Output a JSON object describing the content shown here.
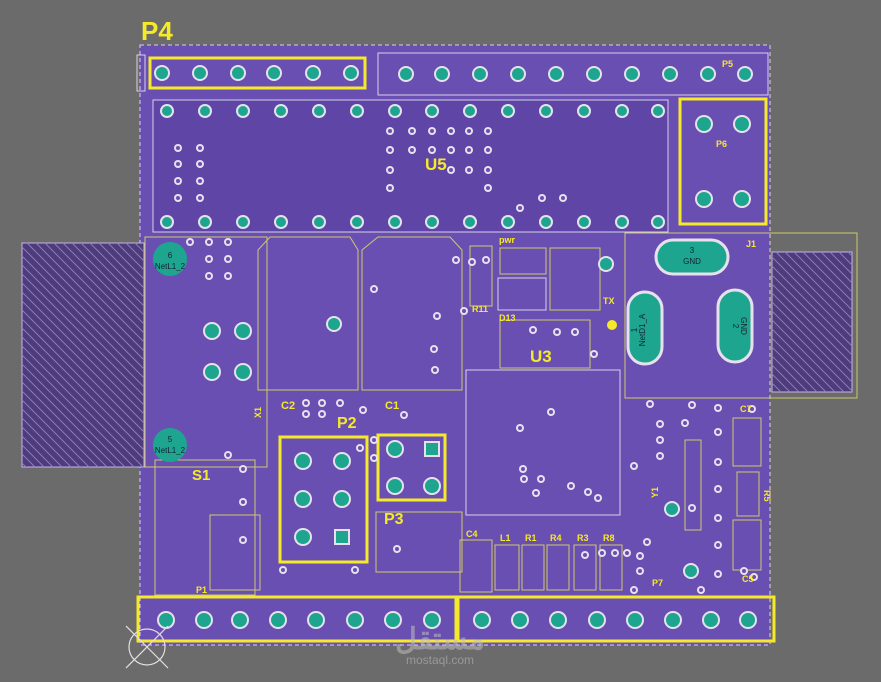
{
  "colors": {
    "background": "#6b6b6b",
    "board": "#6a4fb3",
    "silkscreen": "#f5ea2a",
    "pad": "#1ea58f",
    "via_ring": "#e7e1ee",
    "outline": "#cfc86a"
  },
  "labels": {
    "p4": "P4",
    "p5": "P5",
    "p6": "P6",
    "u5": "U5",
    "u3": "U3",
    "p2": "P2",
    "p3": "P3",
    "c1": "C1",
    "c2": "C2",
    "s1": "S1",
    "p1": "P1",
    "p7": "P7",
    "j1": "J1",
    "pwr": "pwr",
    "tx": "TX",
    "x1": "X1",
    "y1": "Y1",
    "d13": "D13",
    "r11": "R11",
    "c4": "C4",
    "l1": "L1",
    "r1": "R1",
    "r4": "R4",
    "r3": "R3",
    "r8": "R8",
    "c7": "C7",
    "c5": "C5",
    "r5": "R5"
  },
  "pad_labels": {
    "net6_num": "6",
    "net6_name": "NetL1_2",
    "net5_num": "5",
    "net5_name": "NetL1_2",
    "gnd3_num": "3",
    "gnd3_name": "GND",
    "net1_num": "1",
    "net1_name": "NetD1_A",
    "gnd2_num": "2",
    "gnd2_name": "GND"
  },
  "watermark": {
    "arabic": "مستقل",
    "latin": "mostaql.com"
  }
}
